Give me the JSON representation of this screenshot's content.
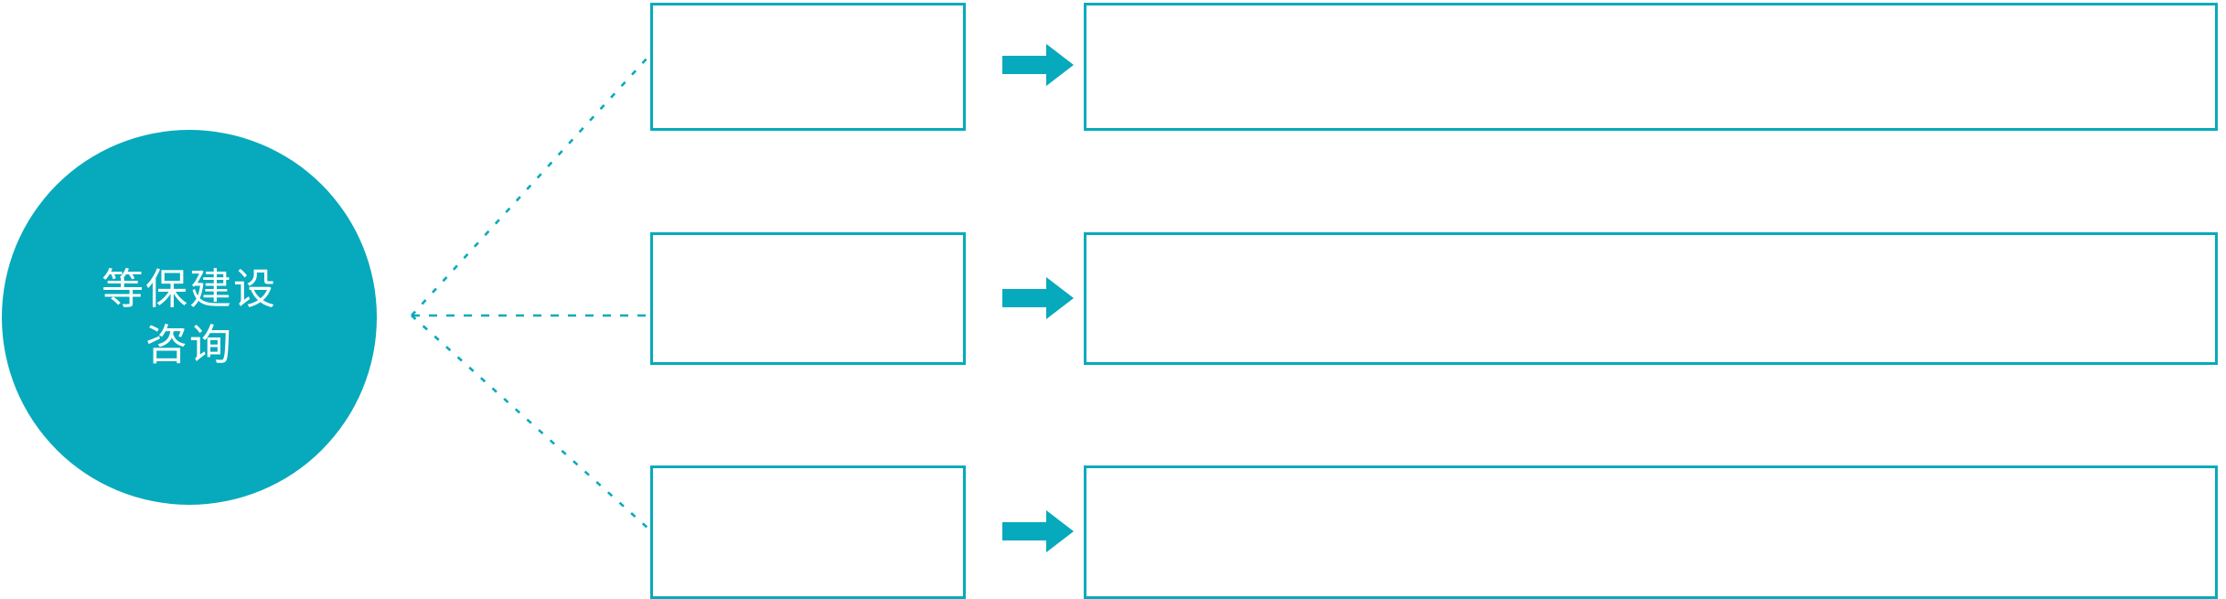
{
  "diagram": {
    "title": "等保建设咨询",
    "accent_color": "#06aabc",
    "background_color": "#ffffff",
    "text_color_on_accent": "#ffffff",
    "connector_style": "dotted",
    "hub": {
      "shape": "circle",
      "label_lines": [
        "等保建设",
        "咨询"
      ]
    },
    "arrow_icon_name": "block-arrow-right",
    "rows": [
      {
        "id": "row-1",
        "stage_label": "",
        "detail_label": "",
        "connector": "diagonal-up",
        "arrow_label": ""
      },
      {
        "id": "row-2",
        "stage_label": "",
        "detail_label": "",
        "connector": "horizontal",
        "arrow_label": ""
      },
      {
        "id": "row-3",
        "stage_label": "",
        "detail_label": "",
        "connector": "diagonal-down",
        "arrow_label": ""
      }
    ]
  }
}
